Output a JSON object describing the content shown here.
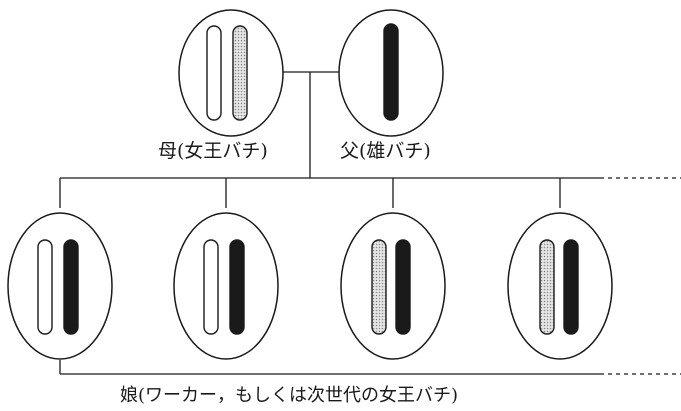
{
  "labels": {
    "mother": "母(女王バチ)",
    "father": "父(雄バチ)",
    "daughters": "娘(ワーカー，もしくは次世代の女王バチ)"
  },
  "colors": {
    "line": "#1a1a1a",
    "white_chromosome": "#ffffff",
    "dotted_chromosome": "#c9c9c9",
    "black_chromosome": "#1a1a1a"
  },
  "cells": [
    {
      "role": "mother",
      "chromosomes": [
        "white",
        "dotted"
      ]
    },
    {
      "role": "father",
      "chromosomes": [
        "black"
      ]
    },
    {
      "role": "daughter",
      "chromosomes": [
        "white",
        "black"
      ]
    },
    {
      "role": "daughter",
      "chromosomes": [
        "white",
        "black"
      ]
    },
    {
      "role": "daughter",
      "chromosomes": [
        "dotted",
        "black"
      ]
    },
    {
      "role": "daughter",
      "chromosomes": [
        "dotted",
        "black"
      ]
    }
  ]
}
